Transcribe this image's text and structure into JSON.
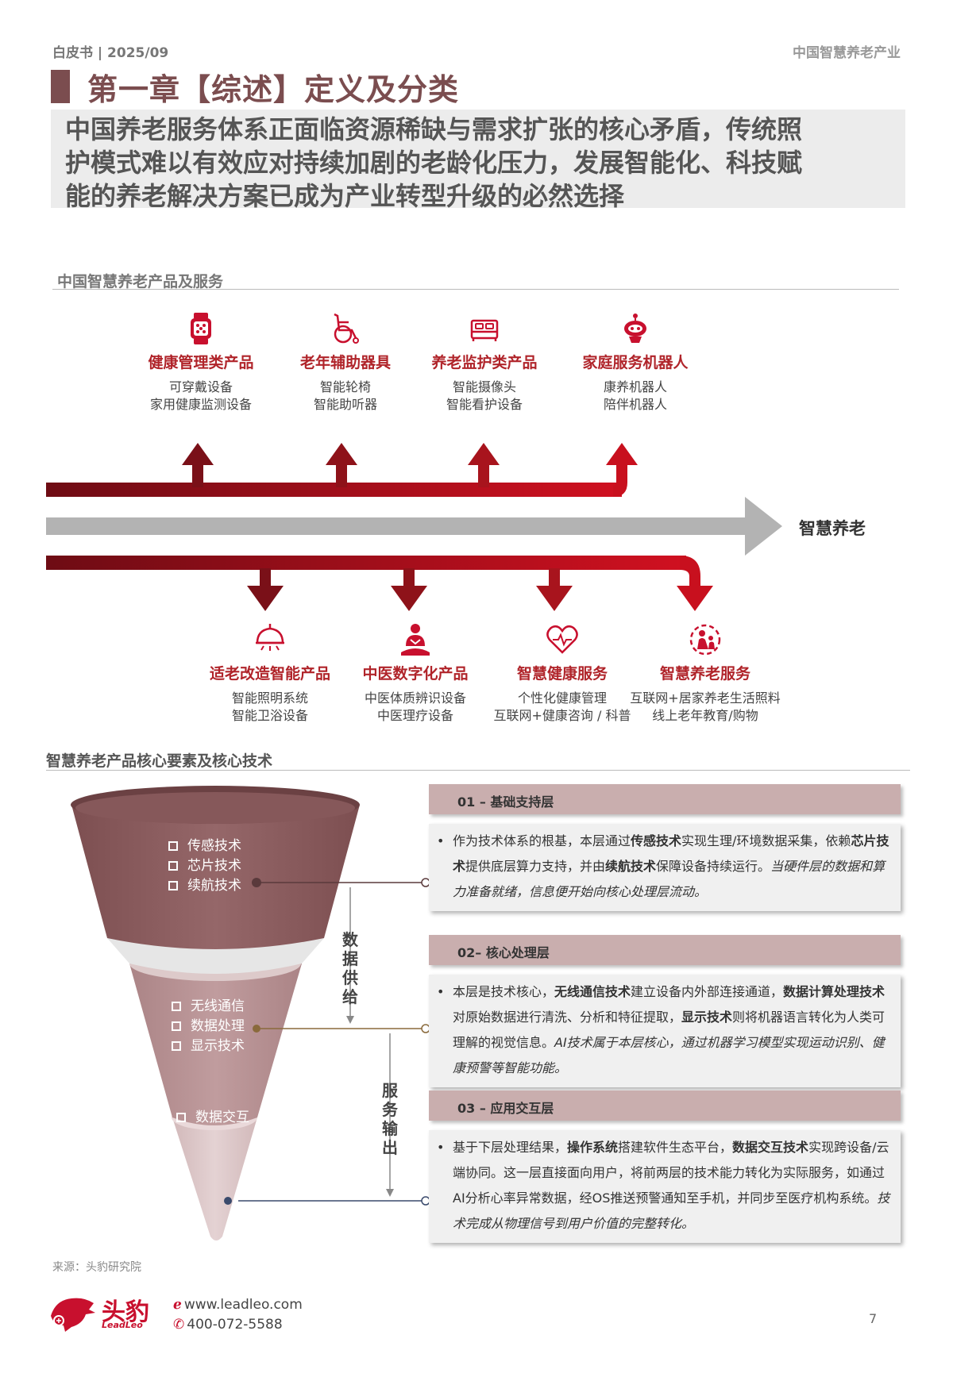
{
  "header": {
    "left": "白皮书 | 2025/09",
    "right": "中国智慧养老产业"
  },
  "chapter_title": "第一章【综述】定义及分类",
  "thesis_lines": [
    "中国养老服务体系正面临资源稀缺与需求扩张的核心矛盾，传统照",
    "护模式难以有效应对持续加剧的老龄化压力，发展智能化、科技赋",
    "能的养老解决方案已成为产业转型升级的必然选择"
  ],
  "section1_title": "中国智慧养老产品及服务",
  "top_groups": [
    {
      "icon": "smartwatch-icon",
      "title": "健康管理类产品",
      "line1": "可穿戴设备",
      "line2": "家用健康监测设备"
    },
    {
      "icon": "wheelchair-icon",
      "title": "老年辅助器具",
      "line1": "智能轮椅",
      "line2": "智能助听器"
    },
    {
      "icon": "bed-icon",
      "title": "养老监护类产品",
      "line1": "智能摄像头",
      "line2": "智能看护设备"
    },
    {
      "icon": "robot-icon",
      "title": "家庭服务机器人",
      "line1": "康养机器人",
      "line2": "陪伴机器人"
    }
  ],
  "center_label": "智慧养老",
  "bottom_groups": [
    {
      "icon": "ceiling-lamp-icon",
      "title": "适老改造智能产品",
      "line1": "智能照明系统",
      "line2": "智能卫浴设备"
    },
    {
      "icon": "tcm-doctor-icon",
      "title": "中医数字化产品",
      "line1": "中医体质辨识设备",
      "line2": "中医理疗设备"
    },
    {
      "icon": "heart-health-icon",
      "title": "智慧健康服务",
      "line1": "个性化健康管理",
      "line2": "互联网+健康咨询 / 科普"
    },
    {
      "icon": "elderly-care-icon",
      "title": "智慧养老服务",
      "line1": "互联网+居家养老生活照料",
      "line2": "线上老年教育/购物"
    }
  ],
  "section2_title": "智慧养老产品核心要素及核心技术",
  "funnel": {
    "top_items": [
      "传感技术",
      "芯片技术",
      "续航技术"
    ],
    "mid_items": [
      "无线通信",
      "数据处理",
      "显示技术"
    ],
    "bottom_items": [
      "数据交互"
    ],
    "label_supply": [
      "数",
      "据",
      "供",
      "给"
    ],
    "label_output": [
      "服",
      "务",
      "输",
      "出"
    ]
  },
  "layers": [
    {
      "head": "01 – 基础支持层",
      "bullet": "•",
      "parts": [
        {
          "t": "作为技术体系的根基，本层通过"
        },
        {
          "t": "传感技术",
          "b": true
        },
        {
          "t": "实现生理/环境数据采集，依赖"
        },
        {
          "t": "芯片技术",
          "b": true
        },
        {
          "t": "提供底层算力支持，并由"
        },
        {
          "t": "续航技术",
          "b": true
        },
        {
          "t": "保障设备持续运行。"
        },
        {
          "t": "当硬件层的数据和算力准备就绪，信息便开始向核心处理层流动。",
          "i": true
        }
      ]
    },
    {
      "head": "02– 核心处理层",
      "bullet": "•",
      "parts": [
        {
          "t": "本层是技术核心，"
        },
        {
          "t": "无线通信技术",
          "b": true
        },
        {
          "t": "建立设备内外部连接通道，"
        },
        {
          "t": "数据计算处理技术",
          "b": true
        },
        {
          "t": "对原始数据进行清洗、分析和特征提取，"
        },
        {
          "t": "显示技术",
          "b": true
        },
        {
          "t": "则将机器语言转化为人类可理解的视觉信息。"
        },
        {
          "t": "AI技术属于本层核心，通过机器学习模型实现运动识别、健康预警等智能功能。",
          "i": true
        }
      ]
    },
    {
      "head": "03 – 应用交互层",
      "bullet": "•",
      "parts": [
        {
          "t": "基于下层处理结果，"
        },
        {
          "t": "操作系统",
          "b": true
        },
        {
          "t": "搭建软件生态平台，"
        },
        {
          "t": "数据交互技术",
          "b": true
        },
        {
          "t": "实现跨设备/云端协同。这一层直接面向用户，将前两层的技术能力转化为实际服务，如通过AI分析心率异常数据，经OS推送预警通知至手机，并同步至医疗机构系统。"
        },
        {
          "t": "技术完成从物理信号到用户价值的完整转化。",
          "i": true
        }
      ]
    }
  ],
  "footer": {
    "source": "来源：头豹研究院",
    "logo_cn": "头豹",
    "logo_en": "LeadLeo",
    "website": "www.leadleo.com",
    "phone": "400-072-5588",
    "page": "7"
  },
  "colors": {
    "dark_red": "#7b4d4f",
    "bright_red": "#c8102e",
    "arrow_dark": "#6e0c14",
    "arrow_bright": "#d01020",
    "gray_arrow": "#b3b3b3"
  }
}
